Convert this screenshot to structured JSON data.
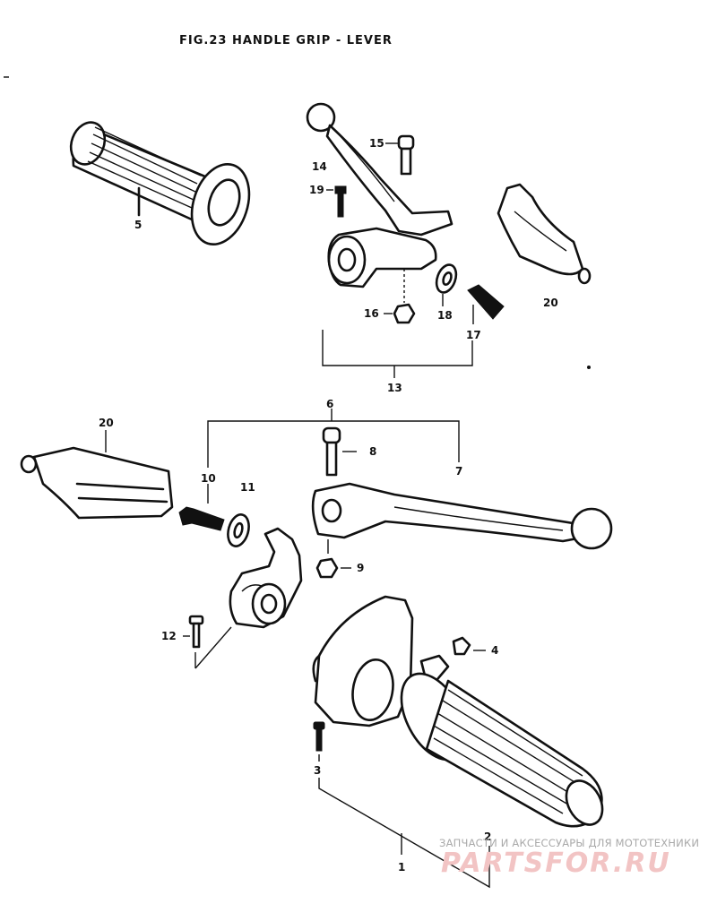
{
  "title": "FIG.23  HANDLE GRIP - LEVER",
  "callouts": {
    "n1": "1",
    "n2": "2",
    "n3": "3",
    "n4": "4",
    "n5": "5",
    "n6": "6",
    "n7": "7",
    "n8": "8",
    "n9": "9",
    "n10": "10",
    "n11": "11",
    "n12": "12",
    "n13": "13",
    "n14": "14",
    "n15": "15",
    "n16": "16",
    "n17": "17",
    "n18": "18",
    "n19": "19",
    "n20a": "20",
    "n20b": "20"
  },
  "watermark": {
    "line1": "ЗАПЧАСТИ И АКСЕССУАРЫ ДЛЯ МОТОТЕХНИКИ",
    "line2": "PARTSFOR.RU"
  }
}
